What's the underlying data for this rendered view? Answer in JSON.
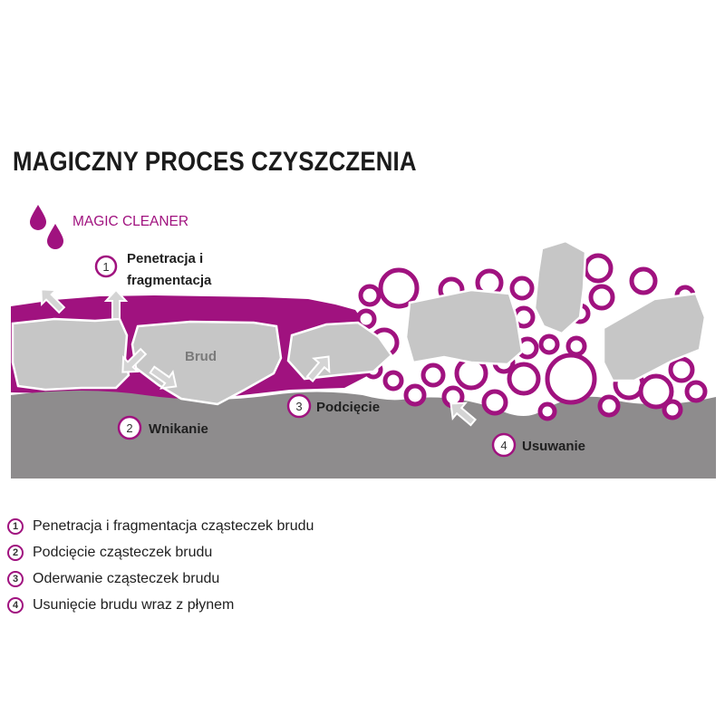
{
  "title": "MAGICZNY PROCES CZYSZCZENIA",
  "brand": {
    "label": "MAGIC CLEANER",
    "icon": "droplets-icon",
    "color": "#a0127f"
  },
  "colors": {
    "cleaner": "#a0127f",
    "dirt": "#c6c6c6",
    "surface": "#8e8c8d",
    "arrow": "#d4d4d4"
  },
  "diagram": {
    "dirt_label": "Brud",
    "steps": [
      {
        "number": "1",
        "label_line1": "Penetracja i",
        "label_line2": "fragmentacja"
      },
      {
        "number": "2",
        "label": "Wnikanie"
      },
      {
        "number": "3",
        "label": "Podcięcie"
      },
      {
        "number": "4",
        "label": "Usuwanie"
      }
    ]
  },
  "legend": [
    {
      "number": "1",
      "text": "Penetracja i fragmentacja cząsteczek brudu"
    },
    {
      "number": "2",
      "text": "Podcięcie cząsteczek brudu"
    },
    {
      "number": "3",
      "text": "Oderwanie cząsteczek brudu"
    },
    {
      "number": "4",
      "text": "Usunięcie brudu wraz z płynem"
    }
  ]
}
